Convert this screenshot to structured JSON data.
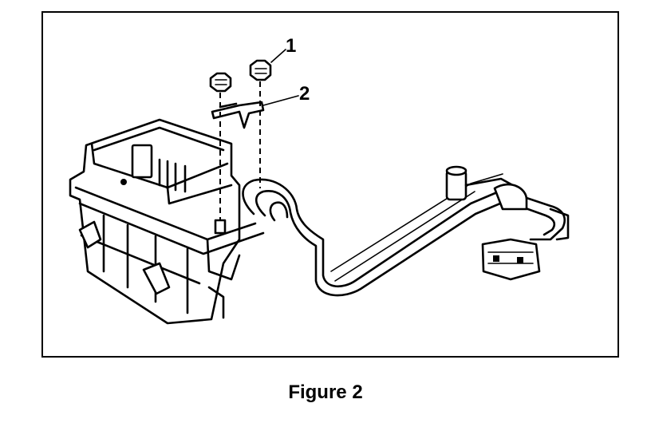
{
  "figure": {
    "caption": "Figure 2",
    "callouts": [
      {
        "label": "1"
      },
      {
        "label": "2"
      }
    ]
  },
  "colors": {
    "line": "#000000",
    "background": "#ffffff"
  }
}
